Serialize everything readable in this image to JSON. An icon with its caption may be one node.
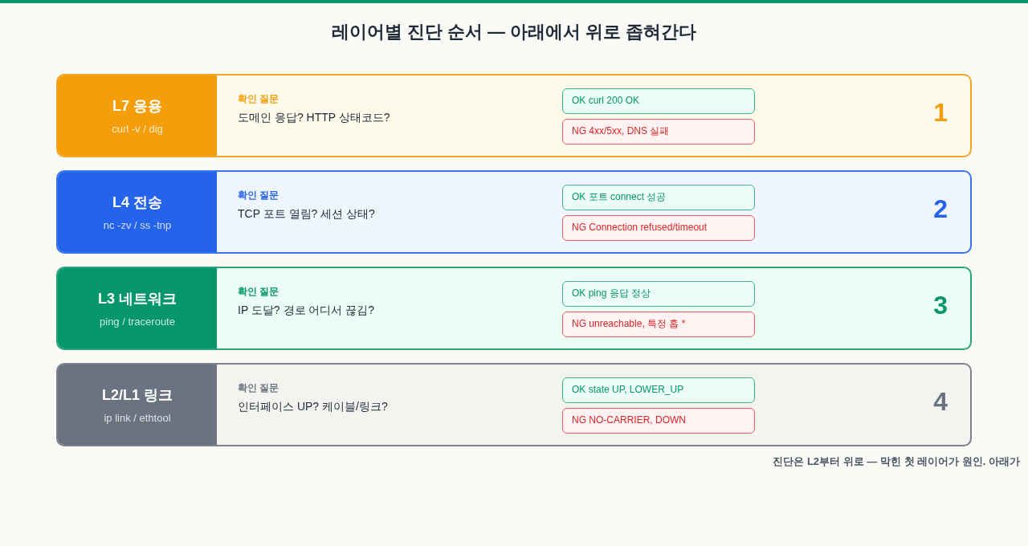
{
  "diagram": {
    "title": "레이어별 진단 순서 — 아래에서 위로 좁혀간다",
    "nodes": [
      {
        "text": [
          "확인 질문",
          "도메인 응답? HTTP 상태코드?",
          "1"
        ]
      },
      {
        "text": [
          "L7 응용",
          "curl -v / dig"
        ],
        "in": 0
      },
      {
        "text": [
          "OK curl 200 OK"
        ],
        "in": 0
      },
      {
        "text": [
          "NG 4xx/5xx, DNS 실패"
        ],
        "in": 0
      },
      {
        "text": [
          "확인 질문",
          "TCP 포트 열림? 세션 상태?",
          "2"
        ]
      },
      {
        "text": [
          "L4 전송",
          "nc -zv / ss -tnp"
        ],
        "in": 4
      },
      {
        "text": [
          "OK 포트 connect 성공"
        ],
        "in": 4
      },
      {
        "text": [
          "NG Connection refused/timeout"
        ],
        "in": 4
      },
      {
        "text": [
          "확인 질문",
          "IP 도달? 경로 어디서 끊김?",
          "3"
        ]
      },
      {
        "text": [
          "L3 네트워크",
          "ping / traceroute"
        ],
        "in": 8
      },
      {
        "text": [
          "OK ping 응답 정상"
        ],
        "in": 8
      },
      {
        "text": [
          "NG unreachable, 특정 홉 *"
        ],
        "in": 8
      },
      {
        "text": [
          "확인 질문",
          "인터페이스 UP? 케이블/링크?",
          "4"
        ]
      },
      {
        "text": [
          "L2/L1 링크",
          "ip link / ethtool"
        ],
        "in": 12
      },
      {
        "text": [
          "OK state UP, LOWER_UP"
        ],
        "in": 12
      },
      {
        "text": [
          "NG NO-CARRIER, DOWN"
        ],
        "in": 12
      }
    ],
    "labels": [
      "진단은 L2부터 위로 — 막힌 첫 레이어가 원인. 아래가"
    ]
  }
}
